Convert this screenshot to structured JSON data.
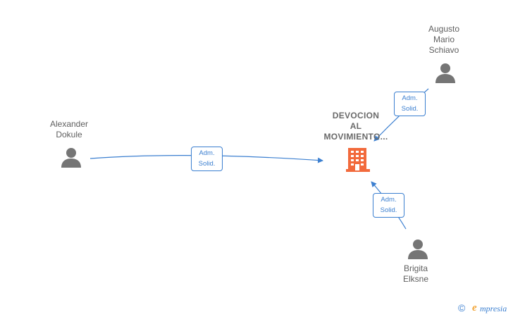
{
  "company": {
    "name": "DEVOCION\nAL\nMOVIMIENTO..."
  },
  "people": [
    {
      "name": "Alexander\nDokule",
      "role": "Adm.\nSolid."
    },
    {
      "name": "Augusto\nMario\nSchiavo",
      "role": "Adm.\nSolid."
    },
    {
      "name": "Brigita\nElksne",
      "role": "Adm.\nSolid."
    }
  ],
  "watermark": {
    "copyright": "©",
    "brand_initial": "e",
    "brand_rest": "mpresia"
  },
  "colors": {
    "person": "#757575",
    "company": "#f26a3c",
    "link": "#3b7fd0"
  }
}
